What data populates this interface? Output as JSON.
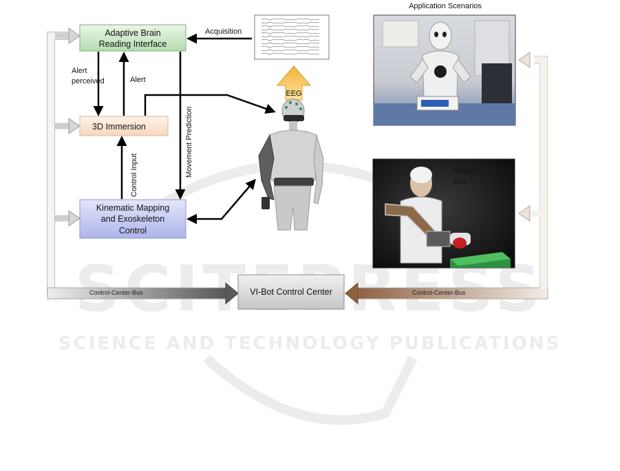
{
  "nodes": {
    "abri": {
      "line1": "Adaptive Brain",
      "line2": "Reading Interface"
    },
    "immersion": {
      "label": "3D Immersion"
    },
    "kinematic": {
      "line1": "Kinematic Mapping",
      "line2": "and Exoskeleton",
      "line3": "Control"
    },
    "control_center": {
      "label": "VI-Bot Control Center"
    }
  },
  "edges": {
    "acquisition": "Acquisition",
    "eeg": "EEG",
    "alert_perceived_1": "Alert",
    "alert_perceived_2": "perceived",
    "alert": "Alert",
    "control_input": "Control Input",
    "movement_prediction": "Movement Prediction",
    "bus_left": "Control-Center-Bus",
    "bus_right": "Control-Center-Bus"
  },
  "panels": {
    "application_title": "Application Scenarios",
    "virtual_env_1": "Virtual",
    "virtual_env_2": "Env"
  },
  "watermark": {
    "big": "SCITEPRESS",
    "sub": "SCIENCE AND TECHNOLOGY PUBLICATIONS"
  },
  "colors": {
    "abri_fill": "#d6ecd2",
    "immersion_fill": "#fbe6d4",
    "kinematic_fill": "#cfd3f3",
    "control_center_fill": "#dcdcdc",
    "bus_left": "#555555",
    "bus_right": "#9a6b4a"
  }
}
